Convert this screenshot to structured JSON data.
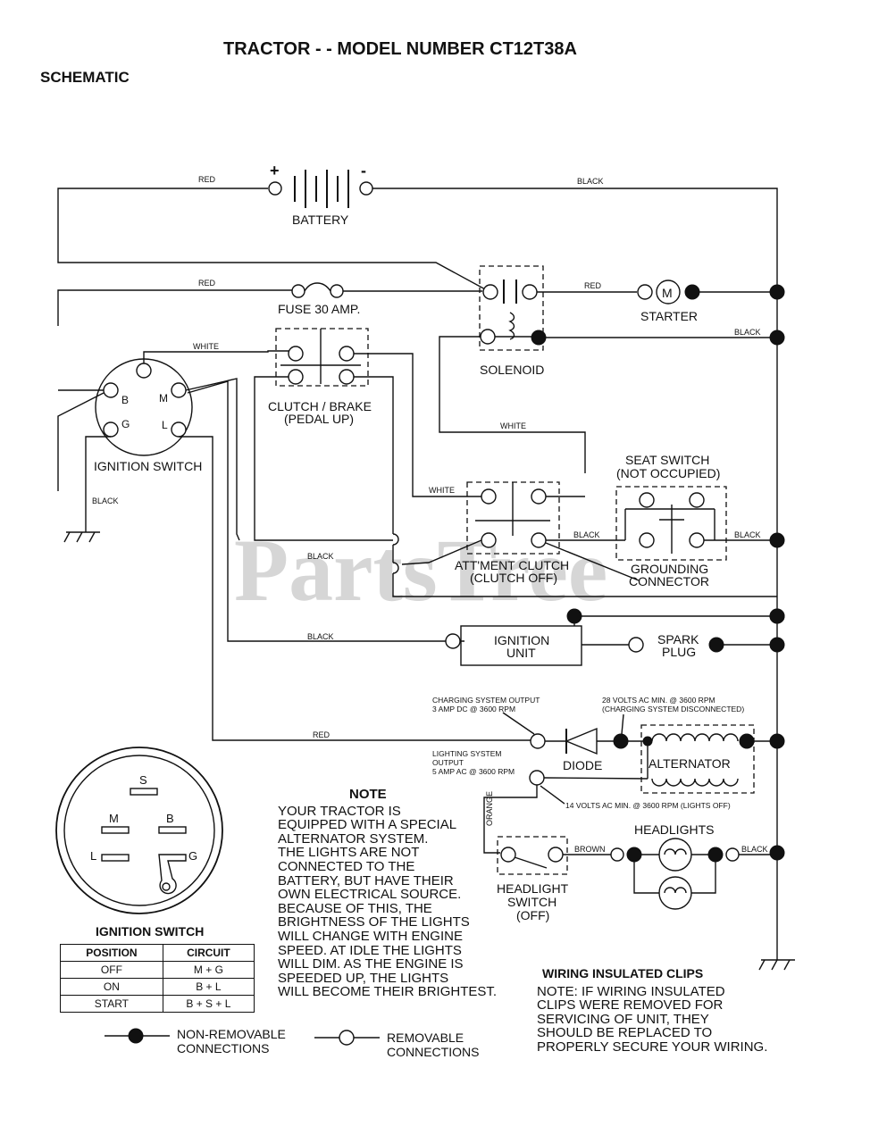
{
  "header": {
    "title": "TRACTOR - - MODEL NUMBER CT12T38A",
    "subtitle": "SCHEMATIC"
  },
  "watermark": "PartsTree",
  "components": {
    "battery": "BATTERY",
    "battery_plus": "+",
    "battery_minus": "-",
    "fuse": "FUSE 30 AMP.",
    "solenoid": "SOLENOID",
    "starter": "STARTER",
    "starter_symbol": "M",
    "ignition_switch": "IGNITION SWITCH",
    "clutch_brake_1": "CLUTCH / BRAKE",
    "clutch_brake_2": "(PEDAL UP)",
    "seat_switch_1": "SEAT SWITCH",
    "seat_switch_2": "(NOT OCCUPIED)",
    "attment_clutch_1": "ATT'MENT CLUTCH",
    "attment_clutch_2": "(CLUTCH OFF)",
    "grounding_1": "GROUNDING",
    "grounding_2": "CONNECTOR",
    "ignition_unit_1": "IGNITION",
    "ignition_unit_2": "UNIT",
    "spark_plug_1": "SPARK",
    "spark_plug_2": "PLUG",
    "diode": "DIODE",
    "alternator": "ALTERNATOR",
    "headlights": "HEADLIGHTS",
    "headlight_switch_1": "HEADLIGHT",
    "headlight_switch_2": "SWITCH",
    "headlight_switch_3": "(OFF)",
    "term_b": "B",
    "term_m": "M",
    "term_g": "G",
    "term_l": "L",
    "term_s": "S"
  },
  "wire_labels": {
    "red": "RED",
    "black": "BLACK",
    "white": "WHITE",
    "brown": "BROWN",
    "orange": "ORANGE"
  },
  "specs": {
    "charging_output_1": "CHARGING SYSTEM OUTPUT",
    "charging_output_2": "3 AMP DC @ 3600 RPM",
    "volts28_1": "28 VOLTS AC MIN. @ 3600 RPM",
    "volts28_2": "(CHARGING SYSTEM DISCONNECTED)",
    "lighting_1": "LIGHTING SYSTEM",
    "lighting_2": "OUTPUT",
    "lighting_3": "5 AMP AC @ 3600 RPM",
    "volts14": "14 VOLTS AC MIN. @ 3600 RPM (LIGHTS OFF)"
  },
  "note": {
    "title": "NOTE",
    "lines": [
      "YOUR TRACTOR IS",
      "EQUIPPED WITH A SPECIAL",
      "ALTERNATOR SYSTEM.",
      "THE LIGHTS ARE NOT",
      "CONNECTED TO THE",
      "BATTERY, BUT HAVE THEIR",
      "OWN ELECTRICAL SOURCE.",
      "BECAUSE OF THIS, THE",
      "BRIGHTNESS OF THE LIGHTS",
      "WILL CHANGE WITH ENGINE",
      "SPEED.  AT IDLE THE LIGHTS",
      "WILL DIM.  AS THE ENGINE IS",
      "SPEEDED UP, THE LIGHTS",
      "WILL BECOME THEIR BRIGHTEST."
    ]
  },
  "ignition_table": {
    "title": "IGNITION SWITCH",
    "headers": [
      "POSITION",
      "CIRCUIT"
    ],
    "rows": [
      [
        "OFF",
        "M + G"
      ],
      [
        "ON",
        "B + L"
      ],
      [
        "START",
        "B + S + L"
      ]
    ]
  },
  "legend": {
    "non_removable_1": "NON-REMOVABLE",
    "non_removable_2": "CONNECTIONS",
    "removable_1": "REMOVABLE",
    "removable_2": "CONNECTIONS"
  },
  "clips": {
    "title": "WIRING INSULATED CLIPS",
    "lines": [
      "NOTE: IF WIRING INSULATED",
      "CLIPS WERE REMOVED FOR",
      "SERVICING OF UNIT, THEY",
      "SHOULD BE REPLACED TO",
      "PROPERLY SECURE YOUR WIRING."
    ]
  }
}
